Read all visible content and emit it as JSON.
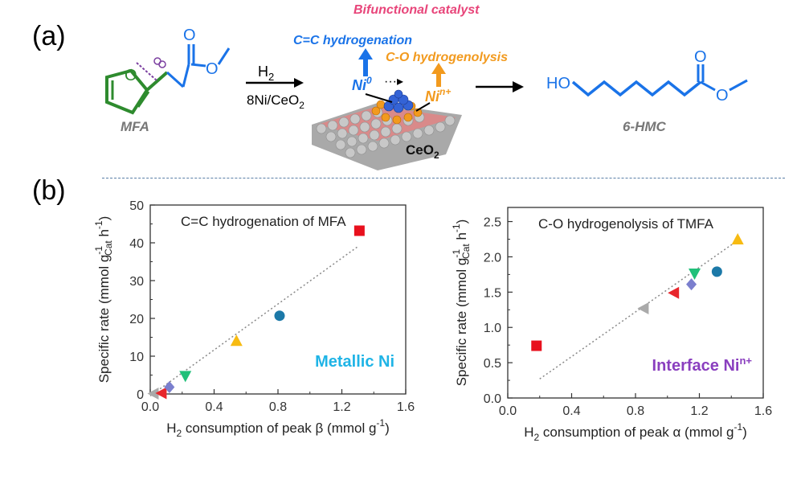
{
  "panel_a": {
    "label": "(a)",
    "reactant": "MFA",
    "reagent": "H",
    "reagent_sub": "2",
    "catalyst_name": "8Ni/CeO",
    "catalyst_sub": "2",
    "bifunctional": "Bifunctional catalyst",
    "cc_hydrogenation": "C=C hydrogenation",
    "co_hydrogenolysis": "C-O hydrogenolysis",
    "ni0": "Ni",
    "ni0_sup": "0",
    "nin": "Ni",
    "nin_sup": "n+",
    "support": "CeO",
    "support_sub": "2",
    "product": "6-HMC",
    "atom_o": "O",
    "atom_ho": "HO",
    "colors": {
      "blue": "#1a73e8",
      "orange": "#f29a1e",
      "pink": "#e8457a",
      "green": "#2e8b2e",
      "purple": "#7b3fa0",
      "gray": "#777777"
    }
  },
  "panel_b": {
    "label": "(b)"
  },
  "chart_data": [
    {
      "type": "scatter",
      "title": "C=C hydrogenation of MFA",
      "annotation": "Metallic Ni",
      "annotation_color": "#1fb4e6",
      "ylabel": "Specific rate (mmol g",
      "ylabel_sub": "Cat",
      "ylabel_sup": "-1",
      "ylabel_tail": " h",
      "ylabel_sup2": "-1",
      "ylabel_close": ")",
      "xlabel_pre": "H",
      "xlabel_sub": "2",
      "xlabel_post": " consumption of peak β (mmol g",
      "xlabel_sup": "-1",
      "xlabel_close": ")",
      "xlim": [
        0,
        1.6
      ],
      "ylim": [
        0,
        50
      ],
      "xticks": [
        0.0,
        0.4,
        0.8,
        1.2,
        1.6
      ],
      "xtick_labels": [
        "0.0",
        "0.4",
        "0.8",
        "1.2",
        "1.6"
      ],
      "yticks": [
        0,
        10,
        20,
        30,
        40,
        50
      ],
      "ytick_labels": [
        "0",
        "10",
        "20",
        "30",
        "40",
        "50"
      ],
      "fit": {
        "x": [
          0.0,
          1.3
        ],
        "y": [
          -0.5,
          39
        ]
      },
      "points": [
        {
          "x": 0.02,
          "y": 0.1,
          "marker": "triangle-left",
          "color": "#aaaaaa"
        },
        {
          "x": 0.07,
          "y": 0.2,
          "marker": "triangle-left",
          "color": "#e8262c"
        },
        {
          "x": 0.12,
          "y": 1.8,
          "marker": "diamond",
          "color": "#7b7fce"
        },
        {
          "x": 0.22,
          "y": 4.7,
          "marker": "triangle-down",
          "color": "#21c07a"
        },
        {
          "x": 0.54,
          "y": 14.1,
          "marker": "triangle-up",
          "color": "#f7bb12"
        },
        {
          "x": 0.81,
          "y": 20.7,
          "marker": "circle",
          "color": "#1c79a8"
        },
        {
          "x": 1.31,
          "y": 43.2,
          "marker": "square",
          "color": "#e8101d"
        }
      ]
    },
    {
      "type": "scatter",
      "title": "C-O hydrogenolysis of TMFA",
      "annotation": "Interface Ni",
      "annotation_sup": "n+",
      "annotation_color": "#8a3fbf",
      "ylabel": "Specific rate (mmol g",
      "ylabel_sub": "Cat",
      "ylabel_sup": "-1",
      "ylabel_tail": " h",
      "ylabel_sup2": "-1",
      "ylabel_close": ")",
      "xlabel_pre": "H",
      "xlabel_sub": "2",
      "xlabel_post": " consumption of peak α (mmol g",
      "xlabel_sup": "-1",
      "xlabel_close": ")",
      "xlim": [
        0,
        1.6
      ],
      "ylim": [
        0,
        2.7
      ],
      "xticks": [
        0.0,
        0.4,
        0.8,
        1.2,
        1.6
      ],
      "xtick_labels": [
        "0.0",
        "0.4",
        "0.8",
        "1.2",
        "1.6"
      ],
      "yticks": [
        0.0,
        0.5,
        1.0,
        1.5,
        2.0,
        2.5
      ],
      "ytick_labels": [
        "0.0",
        "0.5",
        "1.0",
        "1.5",
        "2.0",
        "2.5"
      ],
      "fit": {
        "x": [
          0.2,
          1.42
        ],
        "y": [
          0.27,
          2.2
        ]
      },
      "points": [
        {
          "x": 0.18,
          "y": 0.74,
          "marker": "square",
          "color": "#e8101d"
        },
        {
          "x": 0.85,
          "y": 1.27,
          "marker": "triangle-left",
          "color": "#aaaaaa"
        },
        {
          "x": 1.04,
          "y": 1.49,
          "marker": "triangle-left",
          "color": "#e8262c"
        },
        {
          "x": 1.15,
          "y": 1.61,
          "marker": "diamond",
          "color": "#7b7fce"
        },
        {
          "x": 1.17,
          "y": 1.76,
          "marker": "triangle-down",
          "color": "#21c07a"
        },
        {
          "x": 1.31,
          "y": 1.79,
          "marker": "circle",
          "color": "#1c79a8"
        },
        {
          "x": 1.44,
          "y": 2.25,
          "marker": "triangle-up",
          "color": "#f7bb12"
        }
      ]
    }
  ]
}
